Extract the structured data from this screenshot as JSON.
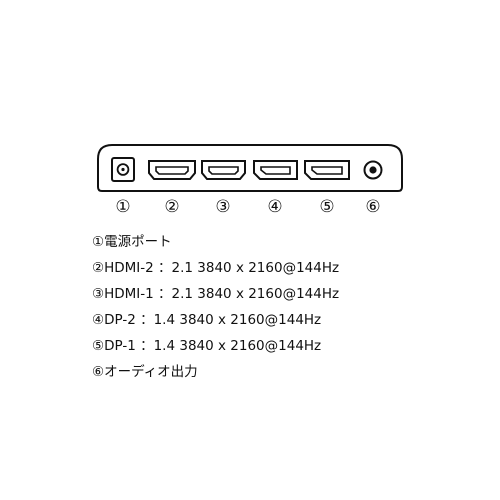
{
  "ports": [
    {
      "number": "①",
      "icon": "dc-power-port-icon"
    },
    {
      "number": "②",
      "icon": "hdmi-port-icon"
    },
    {
      "number": "③",
      "icon": "hdmi-port-icon"
    },
    {
      "number": "④",
      "icon": "displayport-icon"
    },
    {
      "number": "⑤",
      "icon": "displayport-icon"
    },
    {
      "number": "⑥",
      "icon": "audio-jack-icon"
    }
  ],
  "legend": [
    {
      "text": "①電源ポート"
    },
    {
      "text": "②HDMI-2 ：2.1 3840 x 2160@144Hz"
    },
    {
      "text": "③HDMI-1 ：2.1 3840 x 2160@144Hz"
    },
    {
      "text": "④DP-2 ：1.4 3840 x 2160@144Hz"
    },
    {
      "text": "⑤DP-1 ：1.4 3840 x 2160@144Hz"
    },
    {
      "text": "⑥オーディオ出力"
    }
  ],
  "colors": {
    "line": "#111111",
    "background": "#ffffff"
  }
}
